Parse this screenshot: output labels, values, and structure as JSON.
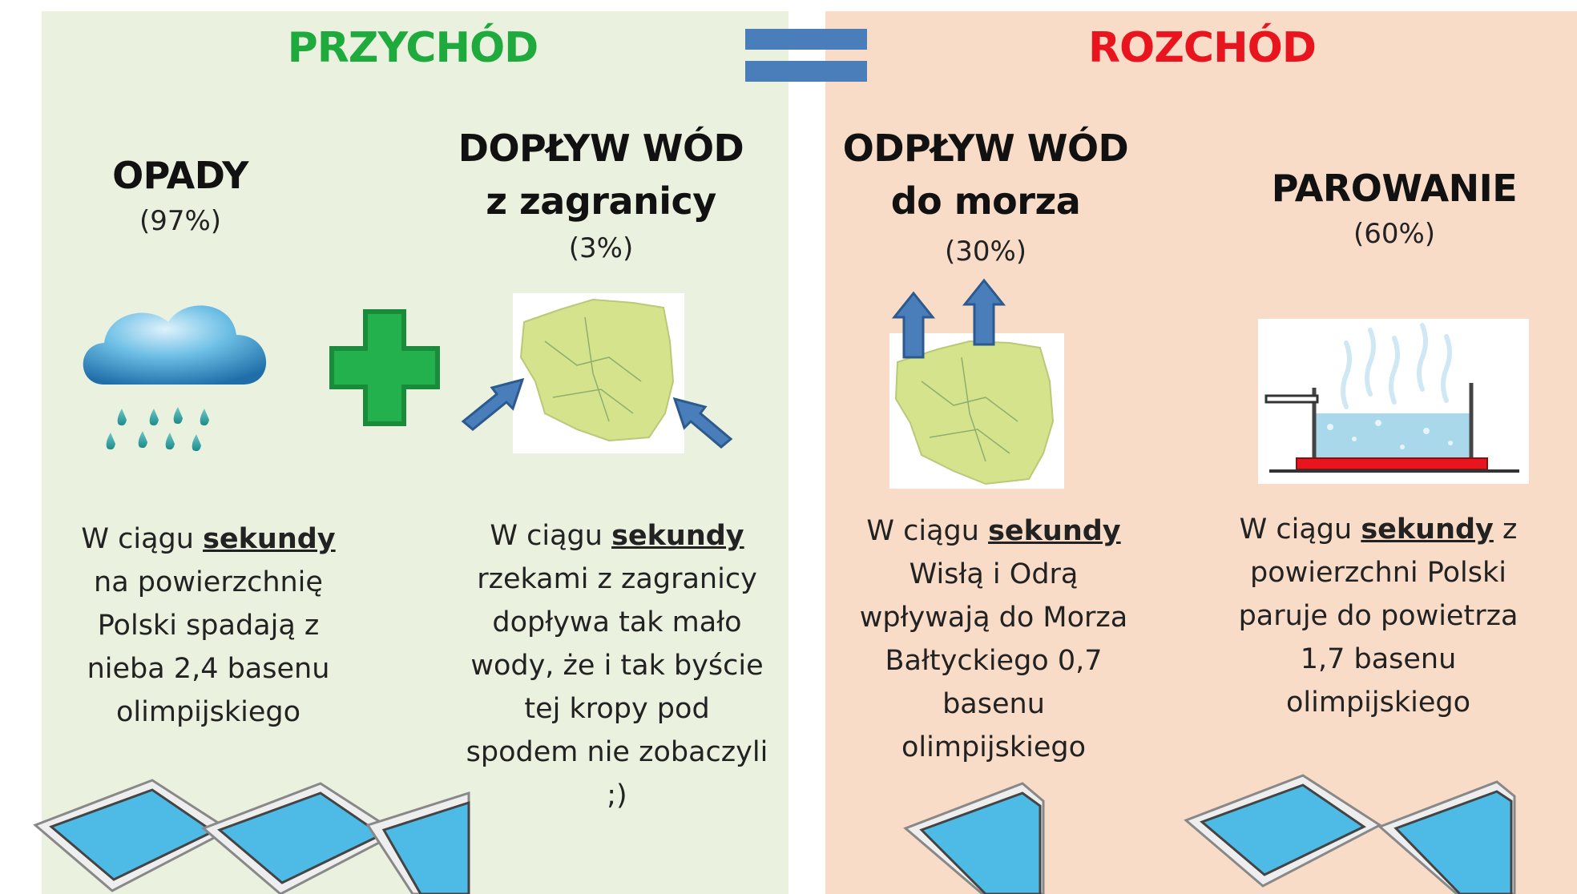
{
  "income": {
    "title": "PRZYCHÓD",
    "rain": {
      "title": "OPADY",
      "percent": "(97%)",
      "desc_pre": "W ciągu ",
      "desc_key": "sekundy",
      "desc_rest": "na powierzchnię Polski spadają z nieba 2,4 basenu olimpijskiego"
    },
    "inflow": {
      "title1": "DOPŁYW WÓD",
      "title2": "z zagranicy",
      "percent": "(3%)",
      "desc_pre": "W ciągu ",
      "desc_key": "sekundy",
      "desc_rest": "rzekami z zagranicy dopływa tak mało wody, że i tak byście tej kropy pod spodem nie zobaczyli ;)"
    }
  },
  "outcome": {
    "title": "ROZCHÓD",
    "outflow": {
      "title1": "ODPŁYW WÓD",
      "title2": "do morza",
      "percent": "(30%)",
      "desc_pre": "W ciągu ",
      "desc_key": "sekundy",
      "desc_rest": "Wisłą i Odrą wpływają do Morza Bałtyckiego 0,7 basenu olimpijskiego"
    },
    "evaporation": {
      "title": "PAROWANIE",
      "percent": "(60%)",
      "desc_pre": "W ciągu ",
      "desc_key": "sekundy",
      "desc_post": " z",
      "desc_rest": "powierzchni Polski paruje do powietrza 1,7 basenu olimpijskiego"
    }
  },
  "colors": {
    "green": "#1eaa3c",
    "red": "#e8141e",
    "equals": "#4a7ebb",
    "map": "#d5e38d",
    "pool": "#4dbbe5"
  }
}
